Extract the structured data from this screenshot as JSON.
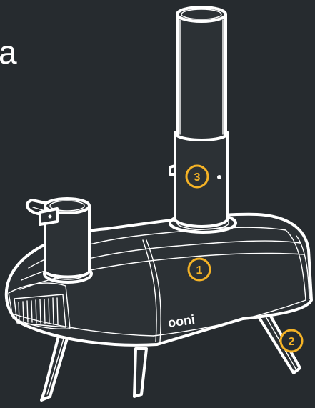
{
  "heading_fragment": "a",
  "brand_text": "ooni",
  "colors": {
    "background": "#262b2f",
    "outline": "#ffffff",
    "body": "#2c3135",
    "marker": "#f5b326"
  },
  "callouts": [
    {
      "number": "1"
    },
    {
      "number": "2"
    },
    {
      "number": "3"
    }
  ]
}
